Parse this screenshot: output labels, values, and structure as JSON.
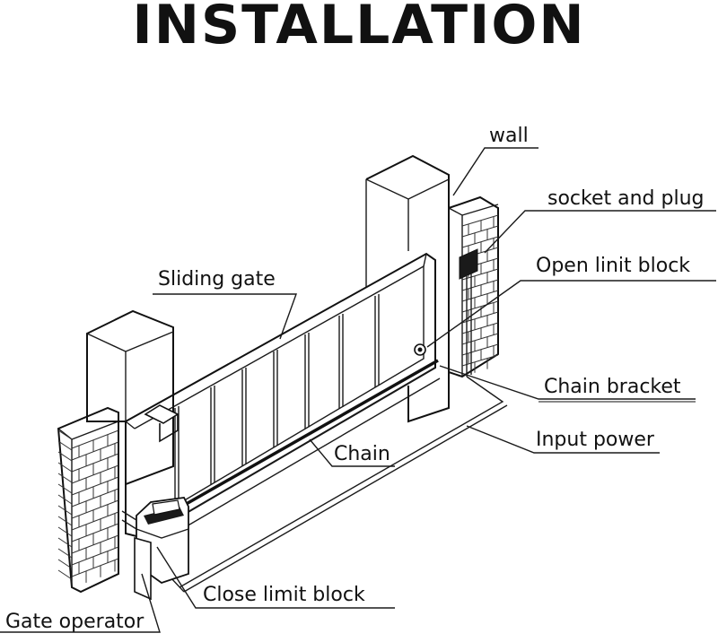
{
  "title": "INSTALLATION",
  "labels": {
    "wall": "wall",
    "socket_and_plug": "socket and plug",
    "open_limit_block": "Open linit block",
    "sliding_gate": "Sliding gate",
    "chain_bracket": "Chain bracket",
    "chain": "Chain",
    "input_power": "Input power",
    "close_limit_block": "Close limit block",
    "gate_operator": "Gate operator"
  }
}
